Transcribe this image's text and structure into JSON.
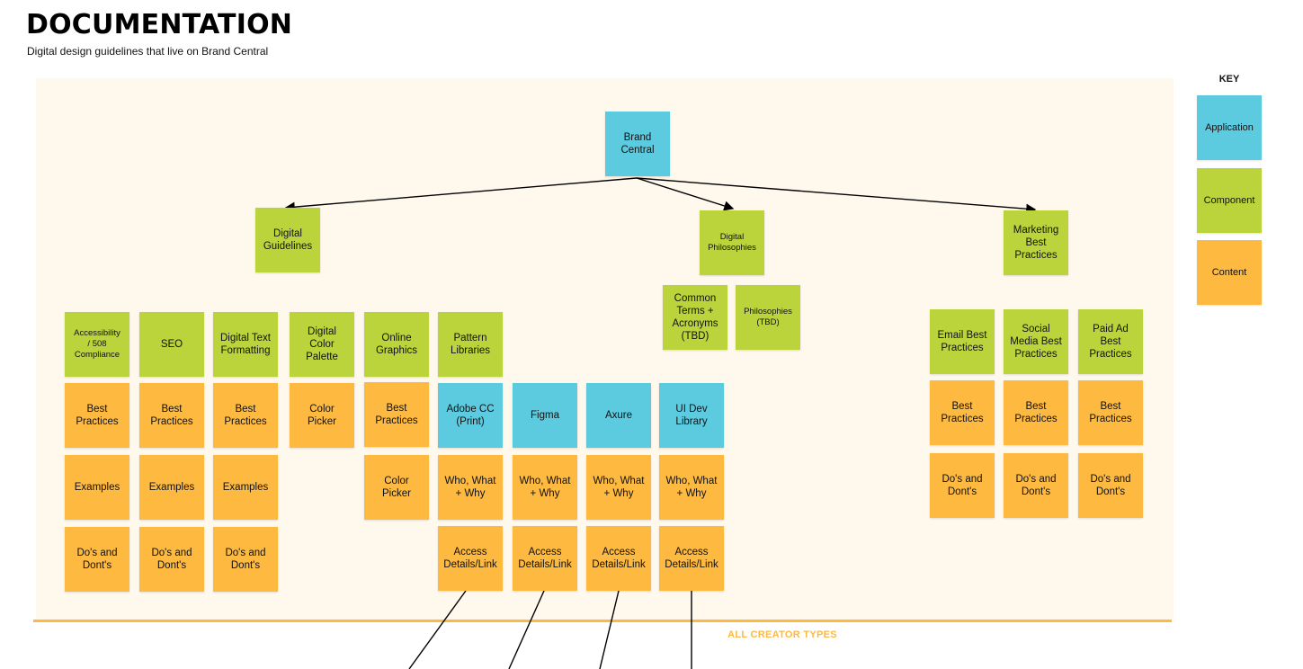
{
  "header": {
    "title": "DOCUMENTATION",
    "subtitle": "Digital design guidelines that live on Brand Central"
  },
  "footer": {
    "label": "ALL CREATOR TYPES"
  },
  "key": {
    "title": "KEY",
    "items": [
      {
        "label": "Application",
        "color": "#5ccbe0"
      },
      {
        "label": "Component",
        "color": "#bcd43c"
      },
      {
        "label": "Content",
        "color": "#fdb940"
      }
    ]
  },
  "colors": {
    "application": "#5ccbe0",
    "component": "#bcd43c",
    "content": "#fdb940",
    "board": "#fff8ec"
  },
  "root": {
    "label": "Brand\nCentral"
  },
  "branches": {
    "digital_guidelines": "Digital\nGuidelines",
    "digital_philosophies": "Digital\nPhilosophies",
    "marketing_best_practices": "Marketing\nBest\nPractices"
  },
  "guidelines": {
    "accessibility": "Accessibility\n/ 508\nCompliance",
    "seo": "SEO",
    "digital_text": "Digital Text\nFormatting",
    "color_palette": "Digital\nColor\nPalette",
    "online_graphics": "Online\nGraphics",
    "pattern_libraries": "Pattern\nLibraries"
  },
  "philosophies": {
    "common_terms": "Common\nTerms +\nAcronyms\n(TBD)",
    "philosophies_tbd": "Philosophies\n(TBD)"
  },
  "marketing": {
    "email": "Email Best\nPractices",
    "social": "Social\nMedia Best\nPractices",
    "paid_ad": "Paid Ad\nBest\nPractices"
  },
  "content": {
    "best_practices": "Best\nPractices",
    "examples": "Examples",
    "dos_donts": "Do's and\nDont's",
    "color_picker": "Color\nPicker",
    "who_what_why": "Who, What\n+ Why",
    "access_details": "Access\nDetails/Link"
  },
  "apps": {
    "adobe": "Adobe CC\n(Print)",
    "figma": "Figma",
    "axure": "Axure",
    "ui_dev": "UI Dev\nLibrary"
  }
}
